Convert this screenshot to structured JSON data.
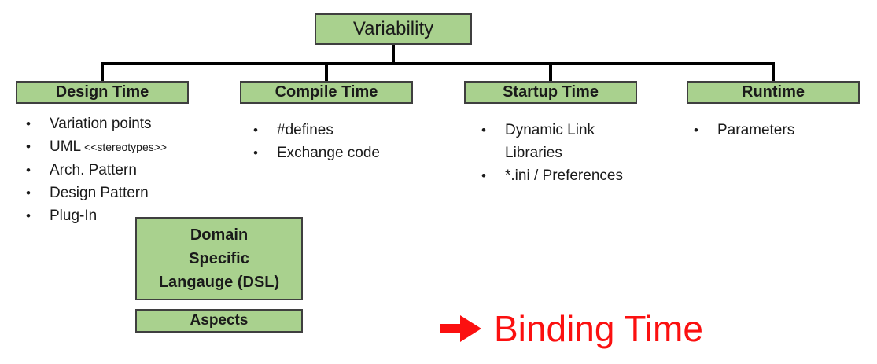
{
  "colors": {
    "box_fill": "#a9d18e",
    "box_border": "#3f3f3f",
    "connector": "#000000",
    "annotation_red": "#fb1010"
  },
  "diagram": {
    "root_label": "Variability",
    "annotation_label": "Binding Time"
  },
  "columns": [
    {
      "header": "Design Time",
      "items": [
        {
          "text": "Variation points"
        },
        {
          "text": "UML",
          "small": "<<stereotypes>>"
        },
        {
          "text": "Arch. Pattern"
        },
        {
          "text": "Design Pattern"
        },
        {
          "text": "Plug-In"
        }
      ]
    },
    {
      "header": "Compile Time",
      "items": [
        {
          "text": "#defines"
        },
        {
          "text": "Exchange code"
        }
      ]
    },
    {
      "header": "Startup Time",
      "items": [
        {
          "text": "Dynamic Link\nLibraries"
        },
        {
          "text": "*.ini / Preferences"
        }
      ]
    },
    {
      "header": "Runtime",
      "items": [
        {
          "text": "Parameters"
        }
      ]
    }
  ],
  "extra_boxes": {
    "dsl_label": "Domain\nSpecific\nLangauge (DSL)",
    "aspects_label": "Aspects"
  }
}
